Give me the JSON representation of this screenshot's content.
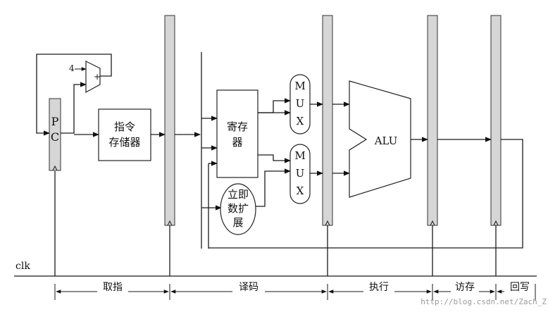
{
  "diagram": {
    "adder_input": "4",
    "adder_symbol": "+",
    "pc_label_1": "P",
    "pc_label_2": "C",
    "imem_line1": "指令",
    "imem_line2": "存储器",
    "regfile_line1": "寄存",
    "regfile_line2": "器",
    "imm_line1": "立即",
    "imm_line2": "数扩",
    "imm_line3": "展",
    "mux1_label": [
      "M",
      "U",
      "X"
    ],
    "mux2_label": [
      "M",
      "U",
      "X"
    ],
    "alu_label": "ALU",
    "clk_label": "clk",
    "stages": [
      "取指",
      "译码",
      "执行",
      "访存",
      "回写"
    ],
    "watermark": "http://blog.csdn.net/Zach_Z"
  }
}
